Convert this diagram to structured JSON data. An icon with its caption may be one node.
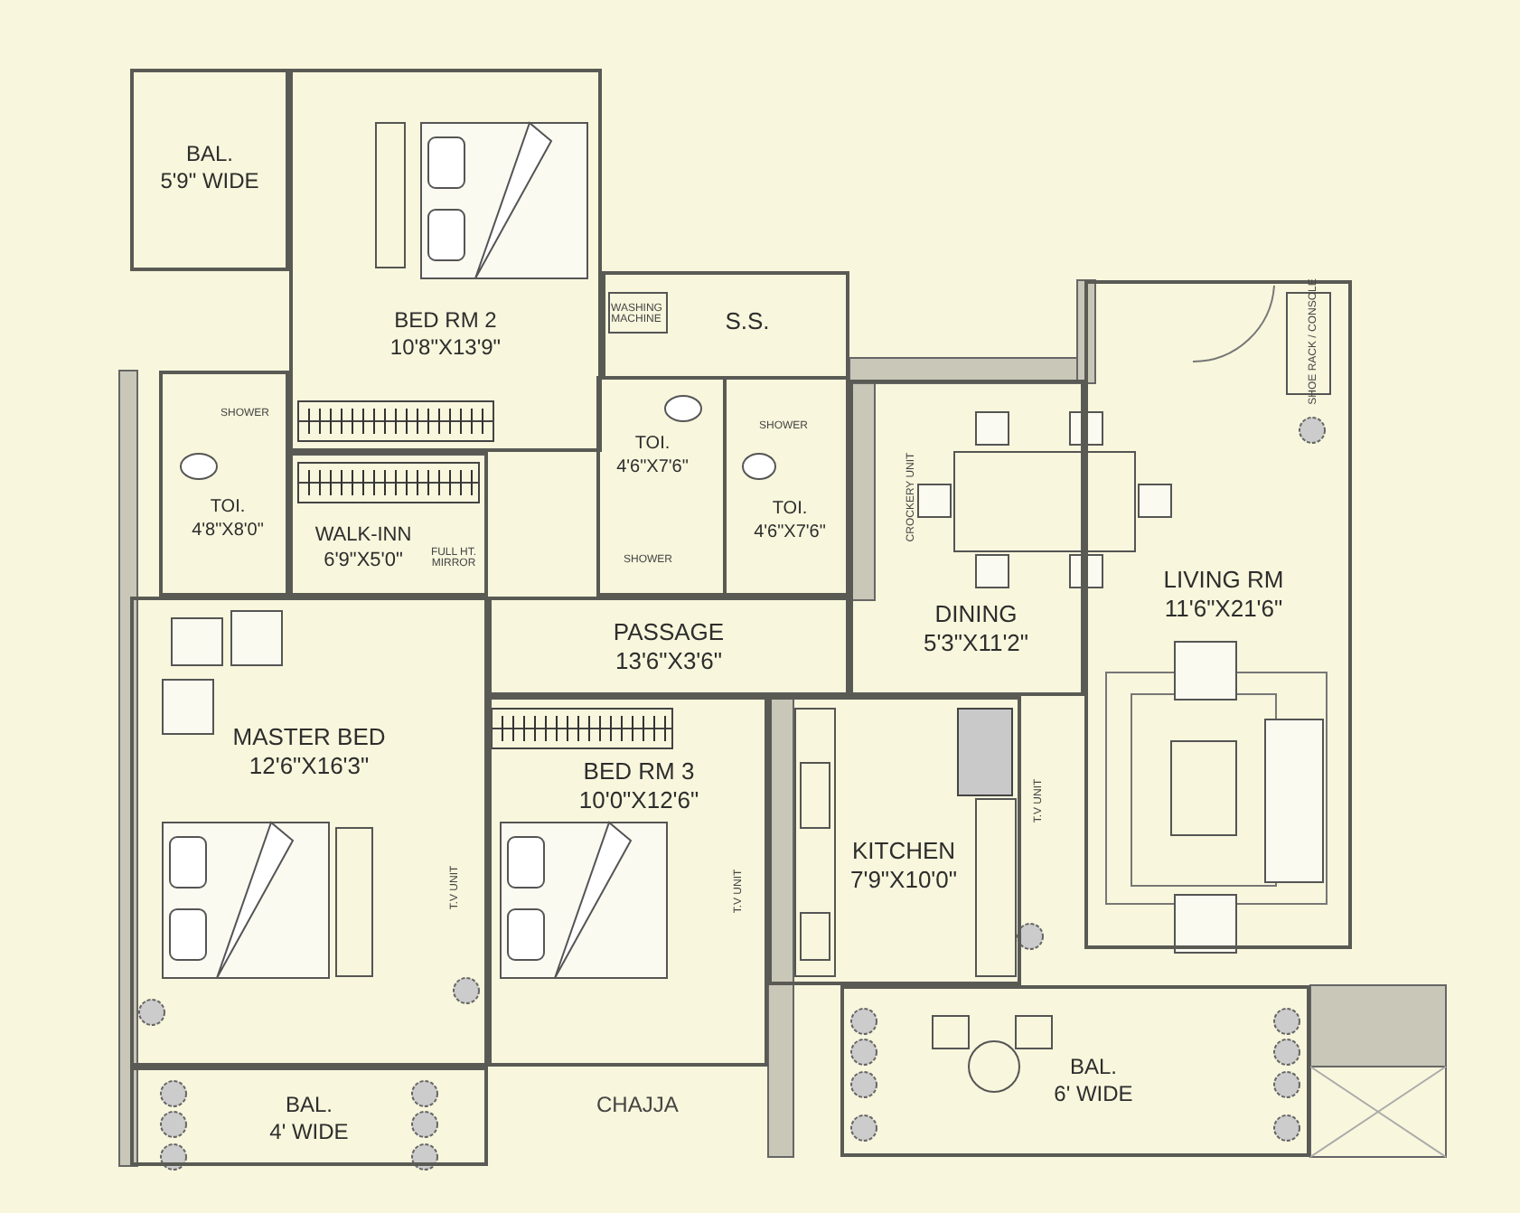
{
  "diagram": {
    "nodes": [
      {
        "text": [
          "BAL.",
          "5'9\" WIDE"
        ]
      },
      {
        "text": [
          "BED RM 2",
          "10'8\"X13'9\""
        ]
      },
      {
        "text": [
          "S.S."
        ]
      },
      {
        "text": [
          "TOI.",
          "4'8\"X8'0\""
        ]
      },
      {
        "text": [
          "TOI.",
          "4'6\"X7'6\""
        ]
      },
      {
        "text": [
          "TOI.",
          "4'6\"X7'6\""
        ]
      },
      {
        "text": [
          "WALK-INN",
          "6'9\"X5'0\""
        ]
      },
      {
        "text": [
          "LIVING RM",
          "11'6\"X21'6\""
        ]
      },
      {
        "text": [
          "DINING",
          "5'3\"X11'2\""
        ]
      },
      {
        "text": [
          "PASSAGE",
          "13'6\"X3'6\""
        ]
      },
      {
        "text": [
          "MASTER BED",
          "12'6\"X16'3\""
        ]
      },
      {
        "text": [
          "BED RM 3",
          "10'0\"X12'6\""
        ]
      },
      {
        "text": [
          "KITCHEN",
          "7'9\"X10'0\""
        ]
      },
      {
        "text": [
          "BAL.",
          "4' WIDE"
        ]
      },
      {
        "text": [
          "BAL.",
          "6' WIDE"
        ]
      }
    ],
    "labels": [
      "WASHING MACHINE",
      "SHOE RACK / CONSOLE",
      "SHOWER",
      "SHOWER",
      "CROCKERY UNIT",
      "FULL HT. MIRROR",
      "SHOWER",
      "T.V UNIT",
      "T.V UNIT",
      "T.V UNIT",
      "CHAJJA"
    ]
  }
}
